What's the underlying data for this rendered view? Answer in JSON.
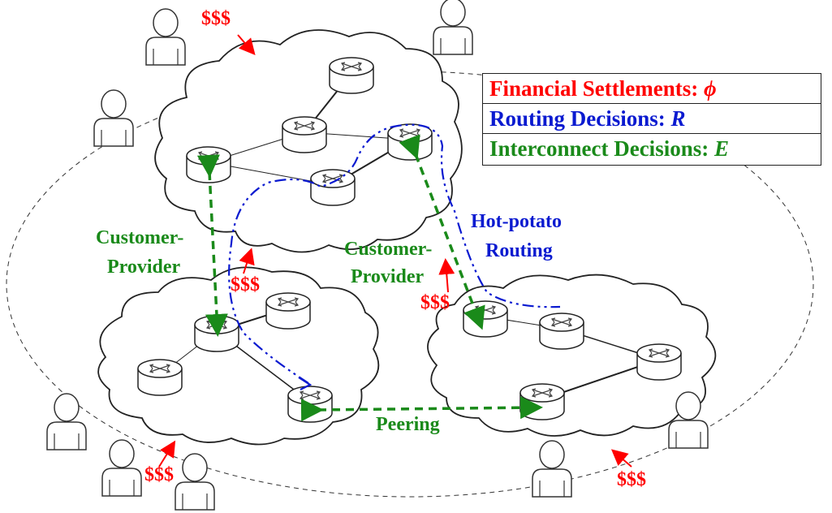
{
  "legend": {
    "financial": {
      "label": "Financial Settlements: ",
      "symbol": "ϕ",
      "color": "#ff0000"
    },
    "routing": {
      "label": "Routing Decisions: ",
      "symbol": "R",
      "color": "#0a1ad0"
    },
    "interconnect": {
      "label": "Interconnect Decisions: ",
      "symbol": "E",
      "color": "#1a8a1a"
    }
  },
  "labels": {
    "customer_provider_left_1": "Customer-",
    "customer_provider_left_2": "Provider",
    "customer_provider_mid_1": "Customer-",
    "customer_provider_mid_2": "Provider",
    "hot_potato_1": "Hot-potato",
    "hot_potato_2": "Routing",
    "peering": "Peering"
  },
  "money": {
    "top_left": "$$$",
    "middle_left": "$$$",
    "middle_right": "$$$",
    "bottom_left": "$$$",
    "bottom_right": "$$$"
  },
  "colors": {
    "money": "#ff0000",
    "interconnect": "#1a8a1a",
    "routing": "#0a1ad0"
  }
}
